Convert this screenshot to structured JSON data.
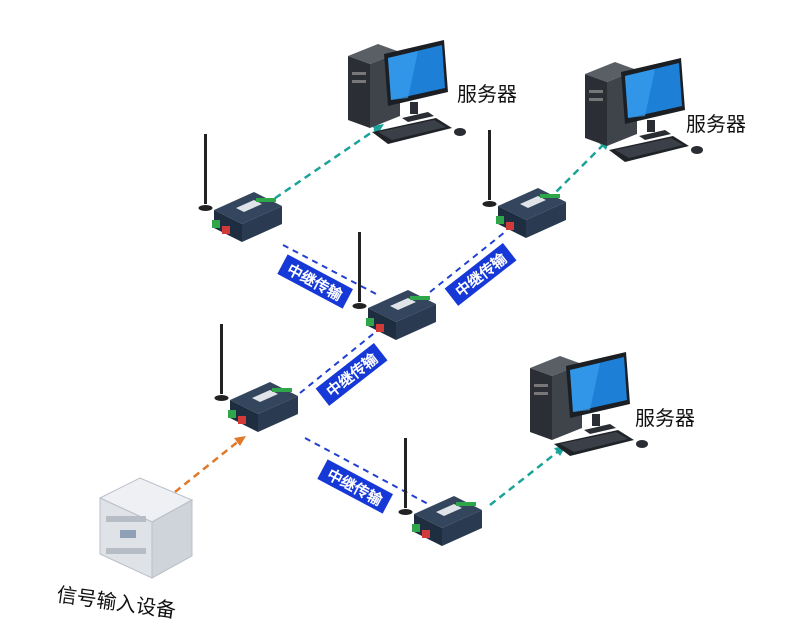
{
  "labels": {
    "server_1": "服务器",
    "server_2": "服务器",
    "server_3": "服务器",
    "input_device": "信号输入设备",
    "relay_1": "中继传输",
    "relay_2": "中继传输",
    "relay_3": "中继传输",
    "relay_4": "中继传输"
  },
  "colors": {
    "relay_link": "#1f3fd0",
    "server_link": "#1aa39a",
    "input_link": "#e07a2a",
    "relay_badge_bg": "#1638d6",
    "device_body": "#27384d",
    "device_face": "#3a5270"
  },
  "icons": {
    "server": "desktop-computer-icon",
    "gateway": "wireless-gateway-icon",
    "input_device": "plc-device-icon"
  }
}
